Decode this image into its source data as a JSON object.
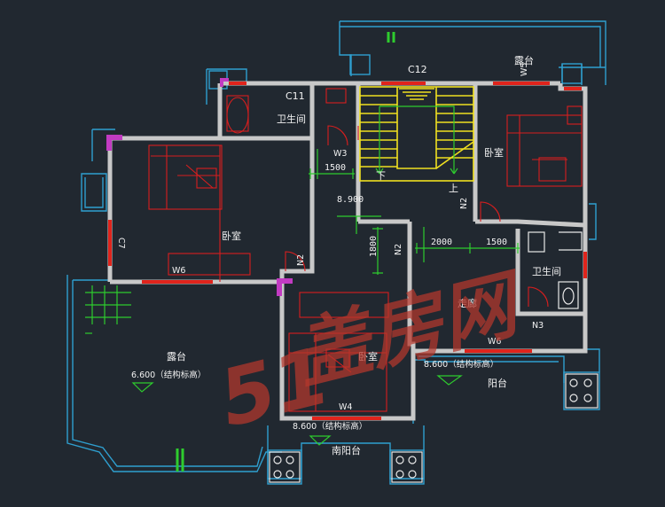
{
  "colors": {
    "background": "#212830",
    "wall": "#c8c8c8",
    "furniture": "#d81e1e",
    "outline": "#2f9fcf",
    "dimension": "#2ecc2e",
    "stair": "#f0e020",
    "window": "#e0241c",
    "column": "#c23bc2",
    "watermark": "#b5372c"
  },
  "labels": {
    "c12": "C12",
    "c11": "C11",
    "bathroom_top": "卫生间",
    "terrace_top": "露台",
    "w5_top": "W5",
    "bedroom_right": "卧室",
    "w3": "W3",
    "dim_1500_a": "1500",
    "elev_8900": "8.900",
    "stair_down": "下",
    "stair_up": "上",
    "n2_stair": "N2",
    "c7": "C7",
    "bedroom_left": "卧室",
    "n2_left": "N2",
    "dim_1800": "1800",
    "n2_mid": "N2",
    "dim_2000": "2000",
    "dim_1500_b": "1500",
    "bathroom_right": "卫生间",
    "w6_left": "W6",
    "corridor": "走廊",
    "n3": "N3",
    "terrace_left": "露台",
    "elev_left": "6.600（结构标高）",
    "bedroom_mid": "卧室",
    "w6_right": "W6",
    "elev_right": "8.600（结构标高）",
    "balcony_right": "阳台",
    "w4": "W4",
    "elev_bottom": "8.600（结构标高）",
    "balcony_south": "南阳台"
  },
  "watermark": {
    "number": "51",
    "text": "盖房网"
  }
}
